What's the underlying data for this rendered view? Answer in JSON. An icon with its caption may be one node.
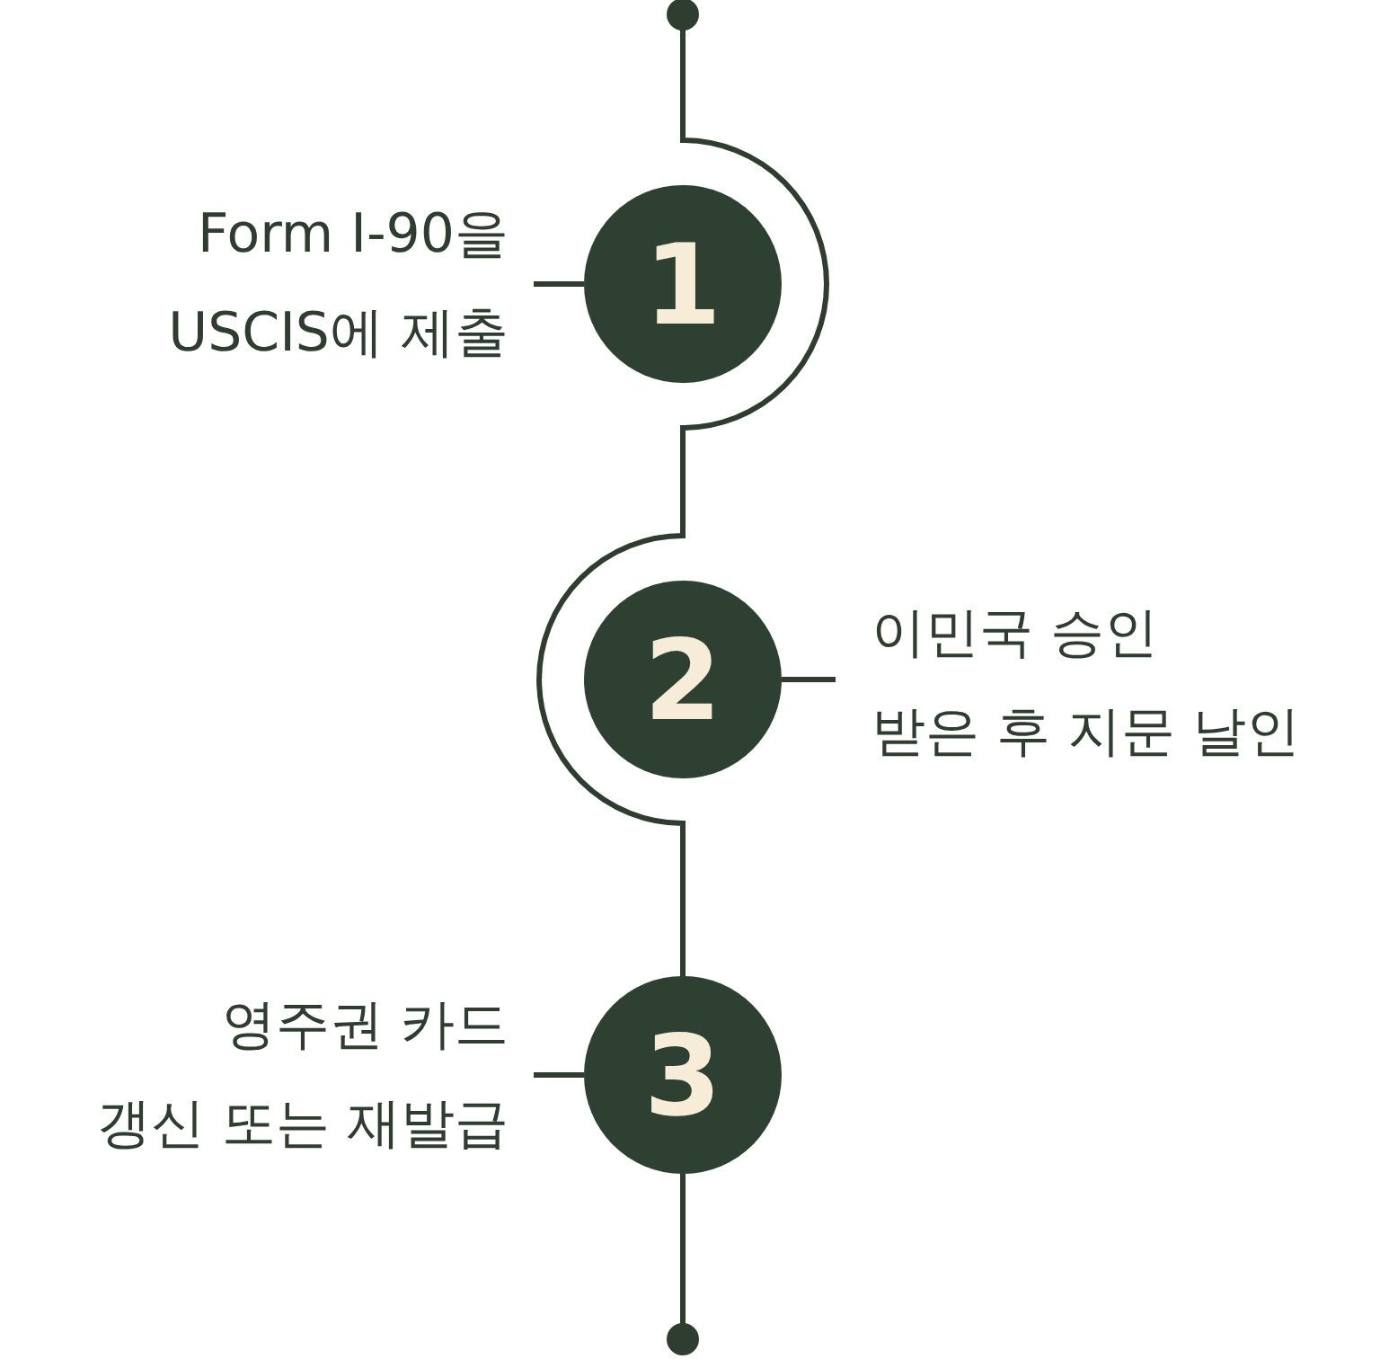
{
  "diagram": {
    "nodes": [
      {
        "text": [
          "Form I-90을 USCIS에 제출"
        ]
      },
      {
        "text": [
          "1"
        ]
      },
      {
        "text": [
          "2"
        ]
      },
      {
        "text": [
          "이민국 승인 받은 후 지문 날인"
        ]
      },
      {
        "text": [
          "영주권 카드 갱신 또는 재발급"
        ]
      },
      {
        "text": [
          "3"
        ]
      }
    ],
    "edges": [
      {
        "from": 0,
        "to": 1,
        "arrow": "none"
      },
      {
        "from": 3,
        "to": 2,
        "arrow": "none"
      },
      {
        "from": 4,
        "to": 5,
        "arrow": "none"
      }
    ]
  }
}
